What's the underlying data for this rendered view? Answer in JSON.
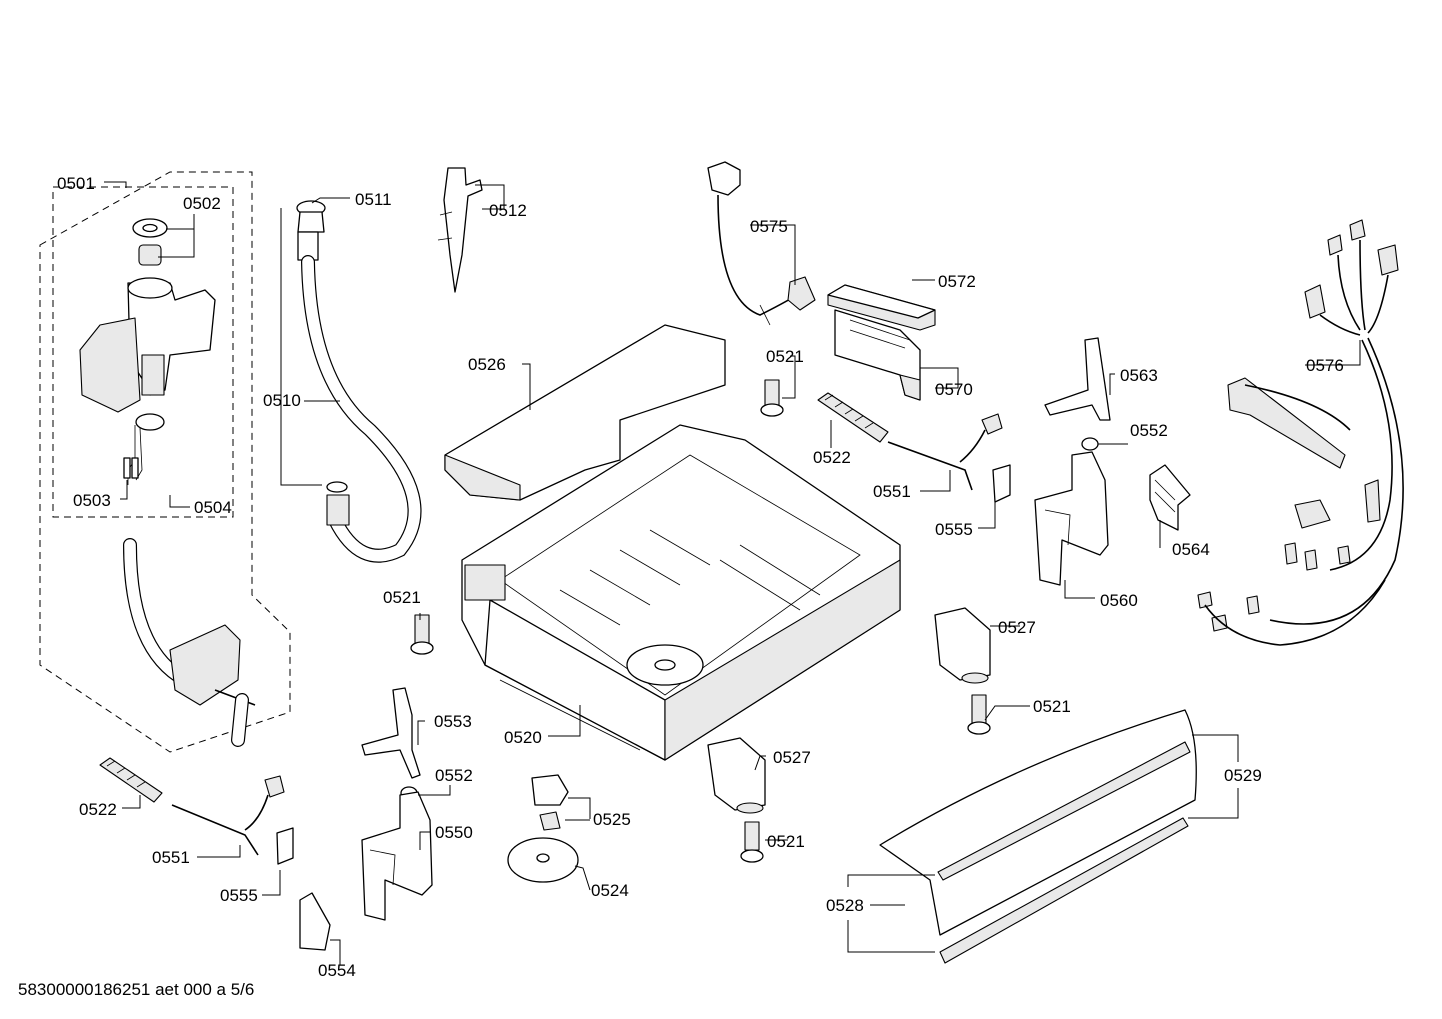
{
  "document_id": "58300000186251 aet 000 a 5/6",
  "parts": {
    "p0501": "0501",
    "p0502": "0502",
    "p0503": "0503",
    "p0504": "0504",
    "p0510": "0510",
    "p0511": "0511",
    "p0512": "0512",
    "p0520": "0520",
    "p0521": "0521",
    "p0522": "0522",
    "p0524": "0524",
    "p0525": "0525",
    "p0526": "0526",
    "p0527": "0527",
    "p0528": "0528",
    "p0529": "0529",
    "p0550": "0550",
    "p0551": "0551",
    "p0552": "0552",
    "p0553": "0553",
    "p0554": "0554",
    "p0555": "0555",
    "p0560": "0560",
    "p0563": "0563",
    "p0564": "0564",
    "p0570": "0570",
    "p0572": "0572",
    "p0575": "0575",
    "p0576": "0576"
  }
}
